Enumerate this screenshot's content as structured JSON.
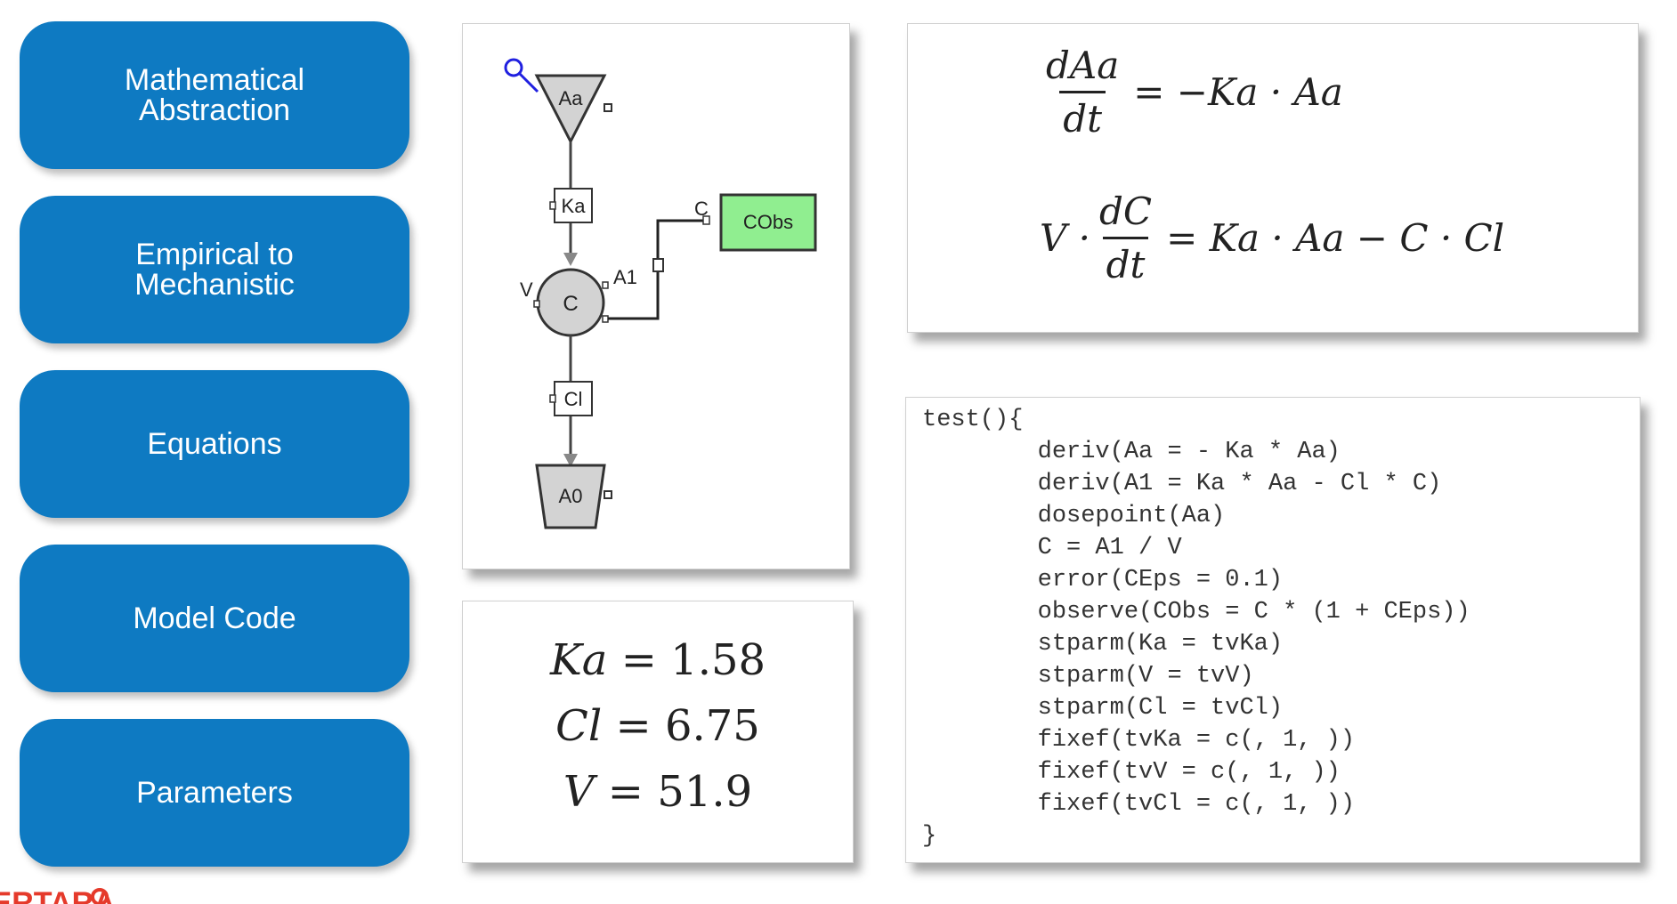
{
  "nav": {
    "items": [
      {
        "label": "Mathematical\nAbstraction"
      },
      {
        "label": "Empirical to\nMechanistic"
      },
      {
        "label": "Equations"
      },
      {
        "label": "Model Code"
      },
      {
        "label": "Parameters"
      }
    ],
    "color": "#0e7ac2"
  },
  "diagram": {
    "nodes": {
      "aa": "Aa",
      "ka": "Ka",
      "c": "C",
      "cl": "Cl",
      "a0": "A0",
      "cobs": "CObs"
    },
    "labels": {
      "a1": "A1",
      "v": "V",
      "c_port": "C"
    },
    "cobs_color": "#90ee90",
    "compartment_color": "#d3d3d3"
  },
  "equations": {
    "eq1": {
      "num": "dAa",
      "den": "dt",
      "rhs": "= −Ka · Aa"
    },
    "eq2": {
      "lhs": "V ·",
      "num": "dC",
      "den": "dt",
      "rhs": "= Ka · Aa − C · Cl"
    }
  },
  "parameters": [
    {
      "name": "Ka",
      "value": "1.58"
    },
    {
      "name": "Cl",
      "value": "6.75"
    },
    {
      "name": "V",
      "value": "51.9"
    }
  ],
  "code": {
    "lines": [
      "test(){",
      "        deriv(Aa = - Ka * Aa)",
      "        deriv(A1 = Ka * Aa - Cl * C)",
      "        dosepoint(Aa)",
      "        C = A1 / V",
      "        error(CEps = 0.1)",
      "        observe(CObs = C * (1 + CEps))",
      "        stparm(Ka = tvKa)",
      "        stparm(V = tvV)",
      "        stparm(Cl = tvCl)",
      "        fixef(tvKa = c(, 1, ))",
      "        fixef(tvV = c(, 1, ))",
      "        fixef(tvCl = c(, 1, ))",
      "}"
    ]
  },
  "logo": {
    "text": "CERTARA"
  }
}
